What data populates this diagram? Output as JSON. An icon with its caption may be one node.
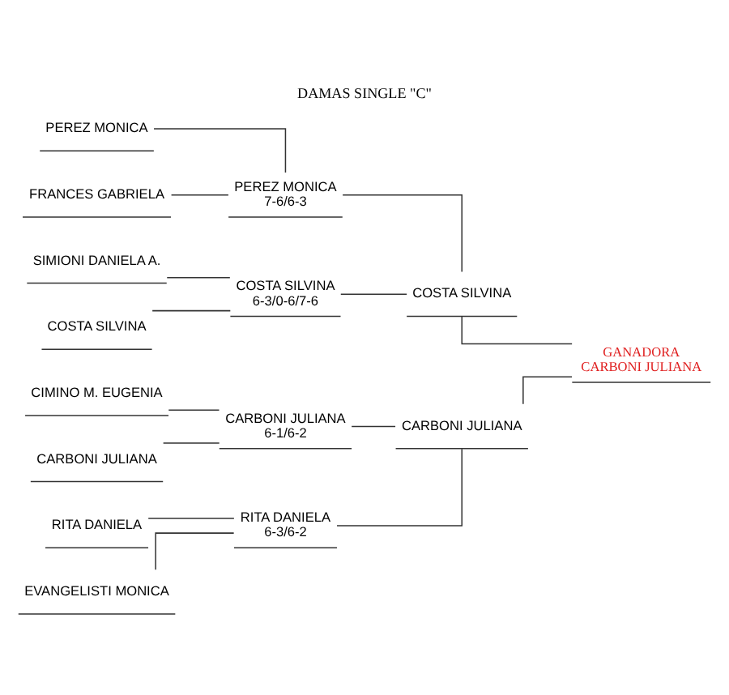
{
  "diagram": {
    "title": "DAMAS SINGLE \"C\"",
    "nodes": [
      {
        "text": [
          "PEREZ MONICA"
        ]
      },
      {
        "text": [
          "FRANCES GABRIELA"
        ]
      },
      {
        "text": [
          "SIMIONI DANIELA A."
        ]
      },
      {
        "text": [
          "COSTA SILVINA"
        ]
      },
      {
        "text": [
          "RITA DANIELA"
        ]
      },
      {
        "text": [
          "EVANGELISTI MONICA"
        ]
      },
      {
        "text": [
          "CIMINO M. EUGENIA"
        ]
      },
      {
        "text": [
          "CARBONI JULIANA"
        ]
      },
      {
        "text": [
          "PEREZ MONICA",
          "7-6/6-3"
        ]
      },
      {
        "text": [
          "COSTA SILVINA",
          "6-3/0-6/7-6"
        ]
      },
      {
        "text": [
          "RITA DANIELA",
          "6-3/6-2"
        ]
      },
      {
        "text": [
          "CARBONI JULIANA",
          "6-1/6-2"
        ]
      },
      {
        "text": [
          "COSTA SILVINA"
        ]
      },
      {
        "text": [
          "CARBONI JULIANA"
        ]
      },
      {
        "text": [
          "GANADORA",
          "CARBONI JULIANA"
        ]
      }
    ],
    "edges": [
      {
        "from": 0,
        "to": 8,
        "arrow": "none"
      },
      {
        "from": 1,
        "to": 8,
        "arrow": "none"
      },
      {
        "from": 2,
        "to": 9,
        "arrow": "none"
      },
      {
        "from": 3,
        "to": 9,
        "arrow": "none"
      },
      {
        "from": 4,
        "to": 10,
        "arrow": "none"
      },
      {
        "from": 5,
        "to": 10,
        "arrow": "none"
      },
      {
        "from": 6,
        "to": 11,
        "arrow": "none"
      },
      {
        "from": 7,
        "to": 11,
        "arrow": "none"
      },
      {
        "from": 8,
        "to": 12,
        "arrow": "none"
      },
      {
        "from": 9,
        "to": 12,
        "arrow": "none"
      },
      {
        "from": 10,
        "to": 13,
        "arrow": "none"
      },
      {
        "from": 11,
        "to": 13,
        "arrow": "none"
      },
      {
        "from": 12,
        "to": 14,
        "arrow": "none"
      },
      {
        "from": 13,
        "to": 14,
        "arrow": "none"
      }
    ]
  }
}
